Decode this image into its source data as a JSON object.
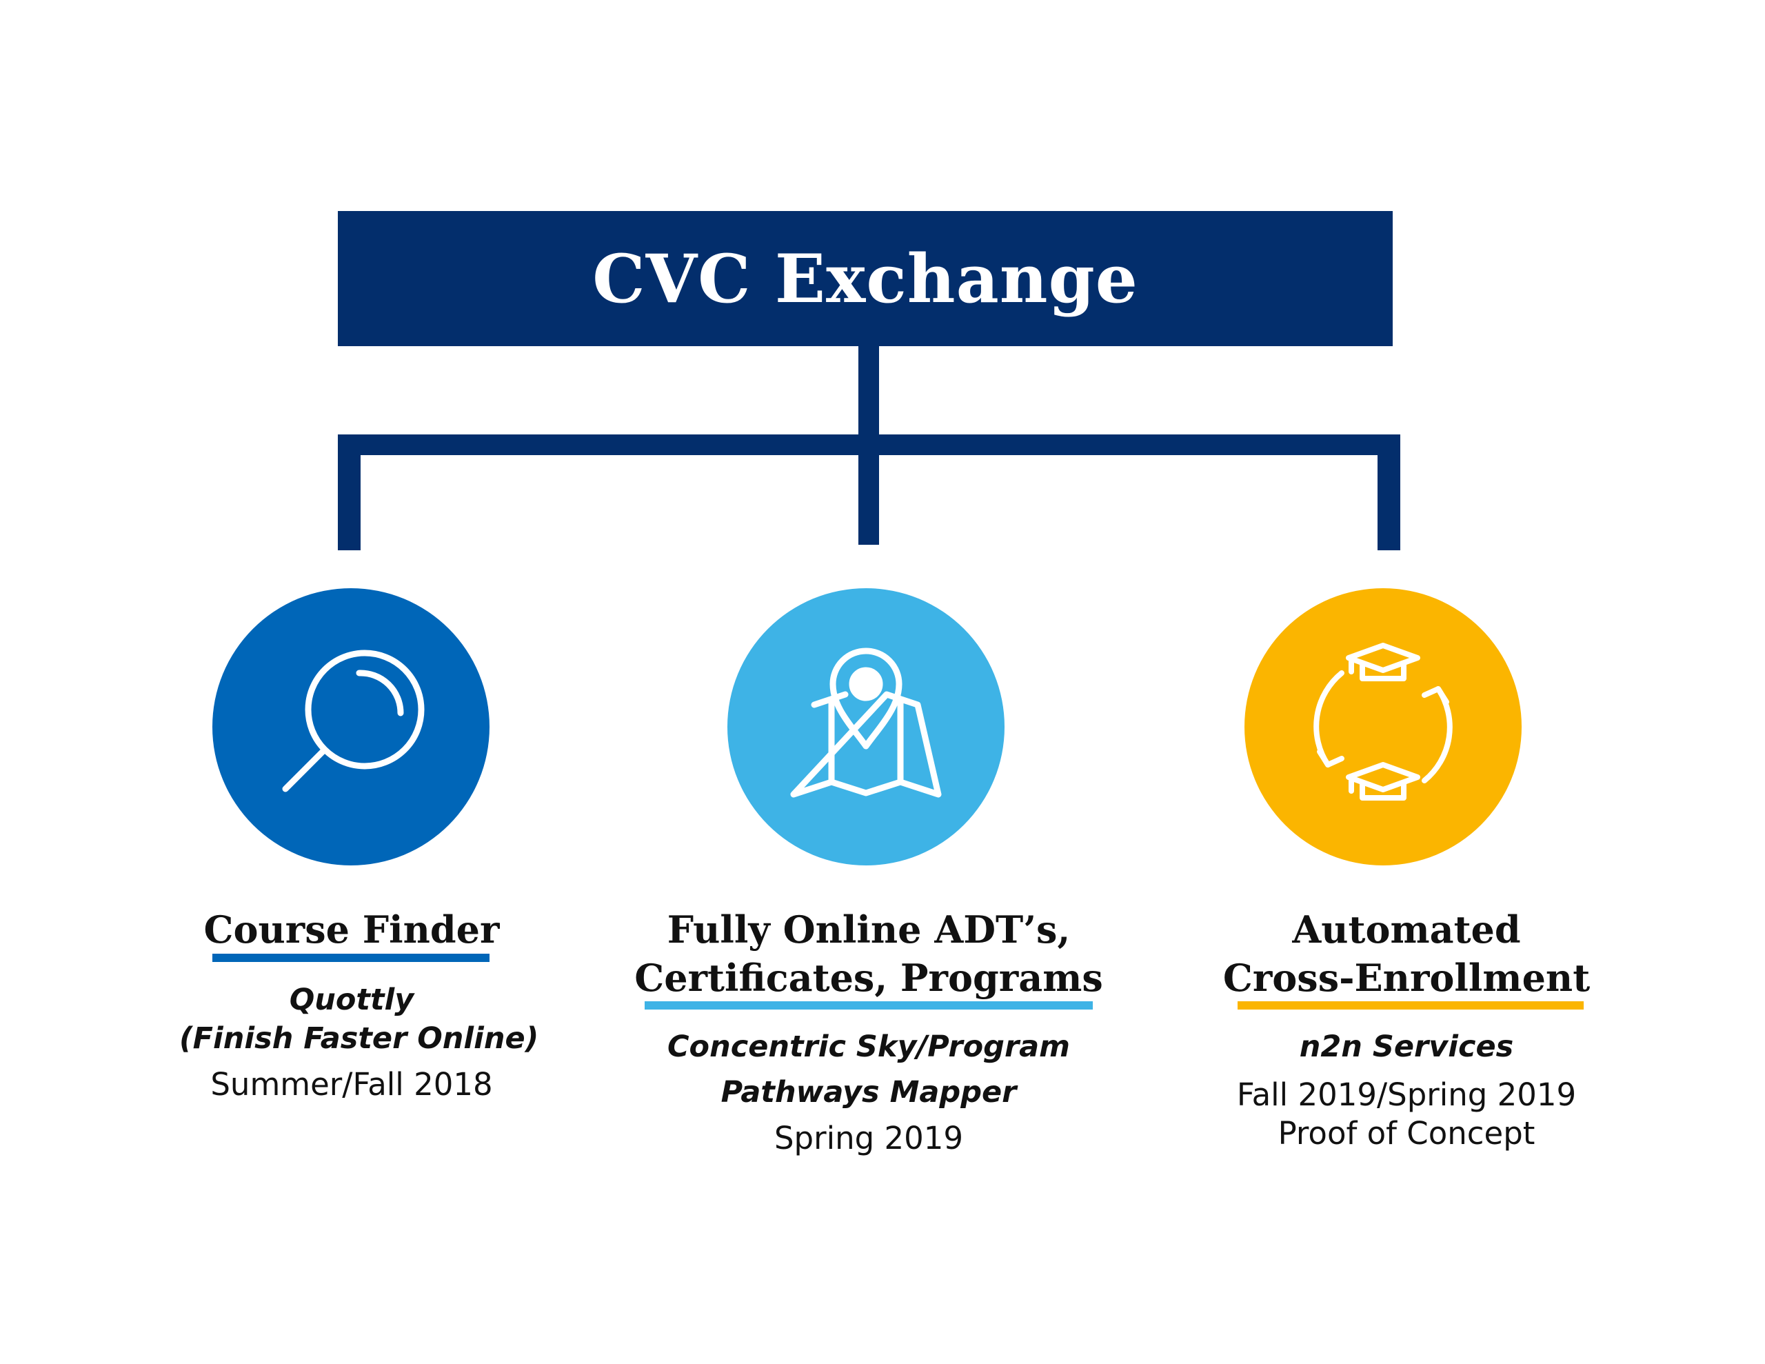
{
  "header": {
    "title": "CVC Exchange",
    "color": "#032e6c"
  },
  "cards": [
    {
      "title_lines": [
        "Course Finder"
      ],
      "accent": "#0066b8",
      "icon": "magnifier-icon",
      "italic_lines": [
        "Quottly",
        "(Finish Faster Online)"
      ],
      "normal_lines": [
        "Summer/Fall 2018"
      ]
    },
    {
      "title_lines": [
        "Fully Online ADT’s,",
        "Certificates, Programs"
      ],
      "accent": "#3eb3e6",
      "icon": "map-pin-icon",
      "italic_lines": [
        "Concentric Sky/Program",
        "Pathways Mapper"
      ],
      "normal_lines": [
        "Spring 2019"
      ]
    },
    {
      "title_lines": [
        "Automated",
        "Cross-Enrollment"
      ],
      "accent": "#fbb500",
      "icon": "graduation-cycle-icon",
      "italic_lines": [
        "n2n Services"
      ],
      "normal_lines": [
        "Fall 2019/Spring 2019",
        "Proof of Concept"
      ]
    }
  ]
}
